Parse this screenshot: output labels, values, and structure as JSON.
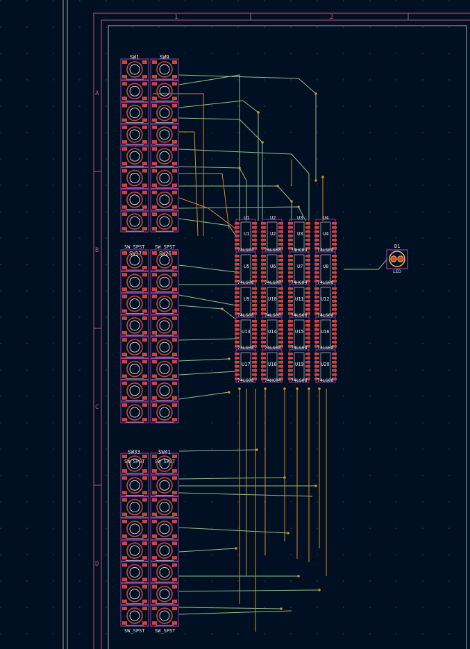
{
  "frame": {
    "columns": [
      "1",
      "2"
    ],
    "rows": [
      "A",
      "B",
      "C",
      "D"
    ]
  },
  "switch_groups": [
    {
      "refs": [
        "SW1",
        "SW9"
      ],
      "value_label": "SW_SPST"
    },
    {
      "refs": [
        "SW17",
        "SW25"
      ],
      "value_label": "SW_SPST"
    },
    {
      "refs": [
        "SW33",
        "SW41"
      ],
      "value_label": "SW_SPST"
    }
  ],
  "ics": {
    "headers": [
      "U1",
      "U2",
      "U3",
      "U4"
    ],
    "rows": [
      {
        "refs": [
          "U1",
          "U2",
          "U3",
          "U4"
        ],
        "values": [
          "74LS04",
          "74LS08",
          "74HC04",
          "74LS08"
        ]
      },
      {
        "refs": [
          "U5",
          "U6",
          "U7",
          "U8"
        ],
        "values": [
          "74LS08",
          "74LS08",
          "74HC04",
          "74LS08"
        ]
      },
      {
        "refs": [
          "U9",
          "U10",
          "U11",
          "U12"
        ],
        "values": [
          "74LS08",
          "74LS08",
          "74LS08",
          "74LS08"
        ]
      },
      {
        "refs": [
          "U13",
          "U14",
          "U15",
          "U16"
        ],
        "values": [
          "74LS08",
          "74LS08",
          "74LS08",
          "74LS08"
        ]
      },
      {
        "refs": [
          "U17",
          "U18",
          "U19",
          "U20"
        ],
        "values": [
          "74LS08",
          "74HC04",
          "74LS08",
          "74LS08"
        ]
      }
    ]
  },
  "led": {
    "ref": "D1",
    "value": "LED"
  },
  "colors": {
    "background": "#001023",
    "frame": "#c2567f",
    "frame_inner": "#d0d0d0",
    "pad": "#d0443c",
    "silk": "#e8e8e8",
    "fab": "#a240a6",
    "track_green": "#8fc089",
    "track_orange": "#e0882a",
    "led_body": "#f0c050"
  }
}
